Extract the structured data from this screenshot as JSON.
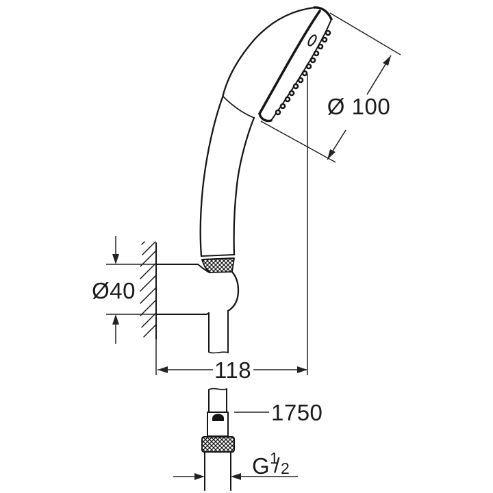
{
  "drawing": {
    "subject": "hand-shower-set-dimension-drawing",
    "labels": {
      "head_diameter": "Ø 100",
      "holder_diameter": "Ø40",
      "holder_offset": "118",
      "hose_length": "1750",
      "thread_base": "G",
      "thread_numerator": "1",
      "thread_slash": "/",
      "thread_denominator": "2"
    },
    "colors": {
      "outline": "#161616",
      "dimension": "#232323",
      "background": "#ffffff"
    }
  }
}
